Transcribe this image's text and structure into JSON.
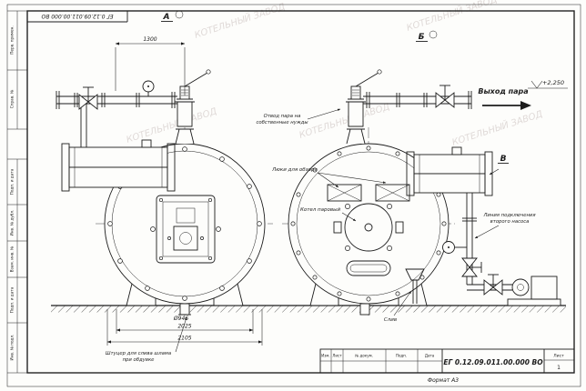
{
  "sheet": {
    "doc_number": "ЕГ 0.12.09.011.00.000  ВО",
    "doc_number_top": "ЕГ 0.12.09.011.00.000 ВО",
    "format_label": "Формат А3",
    "title_cols": {
      "izm": "Изм.",
      "list": "Лист",
      "doc": "№ докум.",
      "sign": "Подп.",
      "date": "Дата"
    },
    "sheet_label": "Лист",
    "sheet_value": "1",
    "side_labels": [
      "Перв. примен.",
      "Справ. №",
      "Подп. и дата",
      "Инв. № дубл.",
      "Взам. инв. №",
      "Подп. и дата",
      "Инв. № подл."
    ]
  },
  "views": {
    "a": "А",
    "b": "Б",
    "v": "В"
  },
  "dims": {
    "top_width": "1300",
    "diameter": "Ø946",
    "length_inner": "2025",
    "length_outer": "2105",
    "elevation": "+2,250"
  },
  "labels": {
    "steam_outlet": "Выход пара",
    "steam_own_line1": "Отвод пара на",
    "steam_own_line2": "собственные нужды",
    "hatches": "Люки для обзора",
    "boiler": "Котел паровый",
    "pump_line1": "Линия подключения",
    "pump_line2": "второго насоса",
    "drain": "Слив",
    "sludge_line1": "Штуцер для слива шлама",
    "sludge_line2": "при обдувке"
  },
  "watermark": {
    "text": "КОТЕЛЬНЫЙ ЗАВОД"
  }
}
